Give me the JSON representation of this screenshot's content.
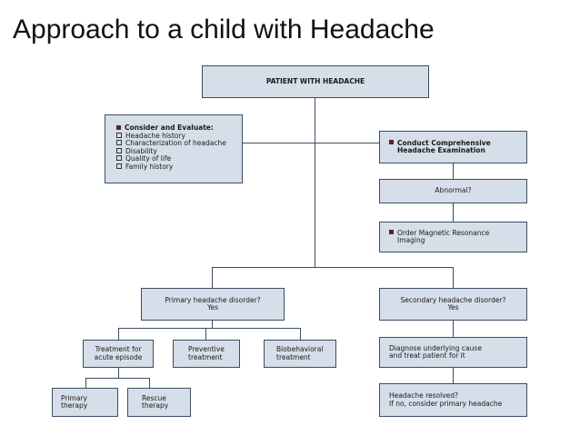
{
  "slide": {
    "title": "Approach to a child with Headache"
  },
  "flowchart": {
    "top": "PATIENT WITH HEADACHE",
    "consider": {
      "heading": "Consider and Evaluate:",
      "items": [
        "Headache history",
        "Characterization of headache",
        "Disability",
        "Quality of life",
        "Family history"
      ]
    },
    "exam": {
      "line1": "Conduct Comprehensive",
      "line2": "Headache Examination"
    },
    "abnormal": "Abnormal?",
    "mri": {
      "line1": "Order Magnetic Resonance",
      "line2": "Imaging"
    },
    "primary": {
      "line1": "Primary headache disorder?",
      "line2": "Yes"
    },
    "secondary": {
      "line1": "Secondary headache disorder?",
      "line2": "Yes"
    },
    "acute": {
      "line1": "Treatment for",
      "line2": "acute episode"
    },
    "preventive": {
      "line1": "Preventive",
      "line2": "treatment"
    },
    "biobehavioral": {
      "line1": "Biobehavioral",
      "line2": "treatment"
    },
    "primary_therapy": {
      "line1": "Primary",
      "line2": "therapy"
    },
    "rescue": {
      "line1": "Rescue",
      "line2": "therapy"
    },
    "diagnose": {
      "line1": "Diagnose underlying cause",
      "line2": "and treat patient for it"
    },
    "resolved": {
      "line1": "Headache resolved?",
      "line2": "If no, consider primary headache"
    }
  }
}
